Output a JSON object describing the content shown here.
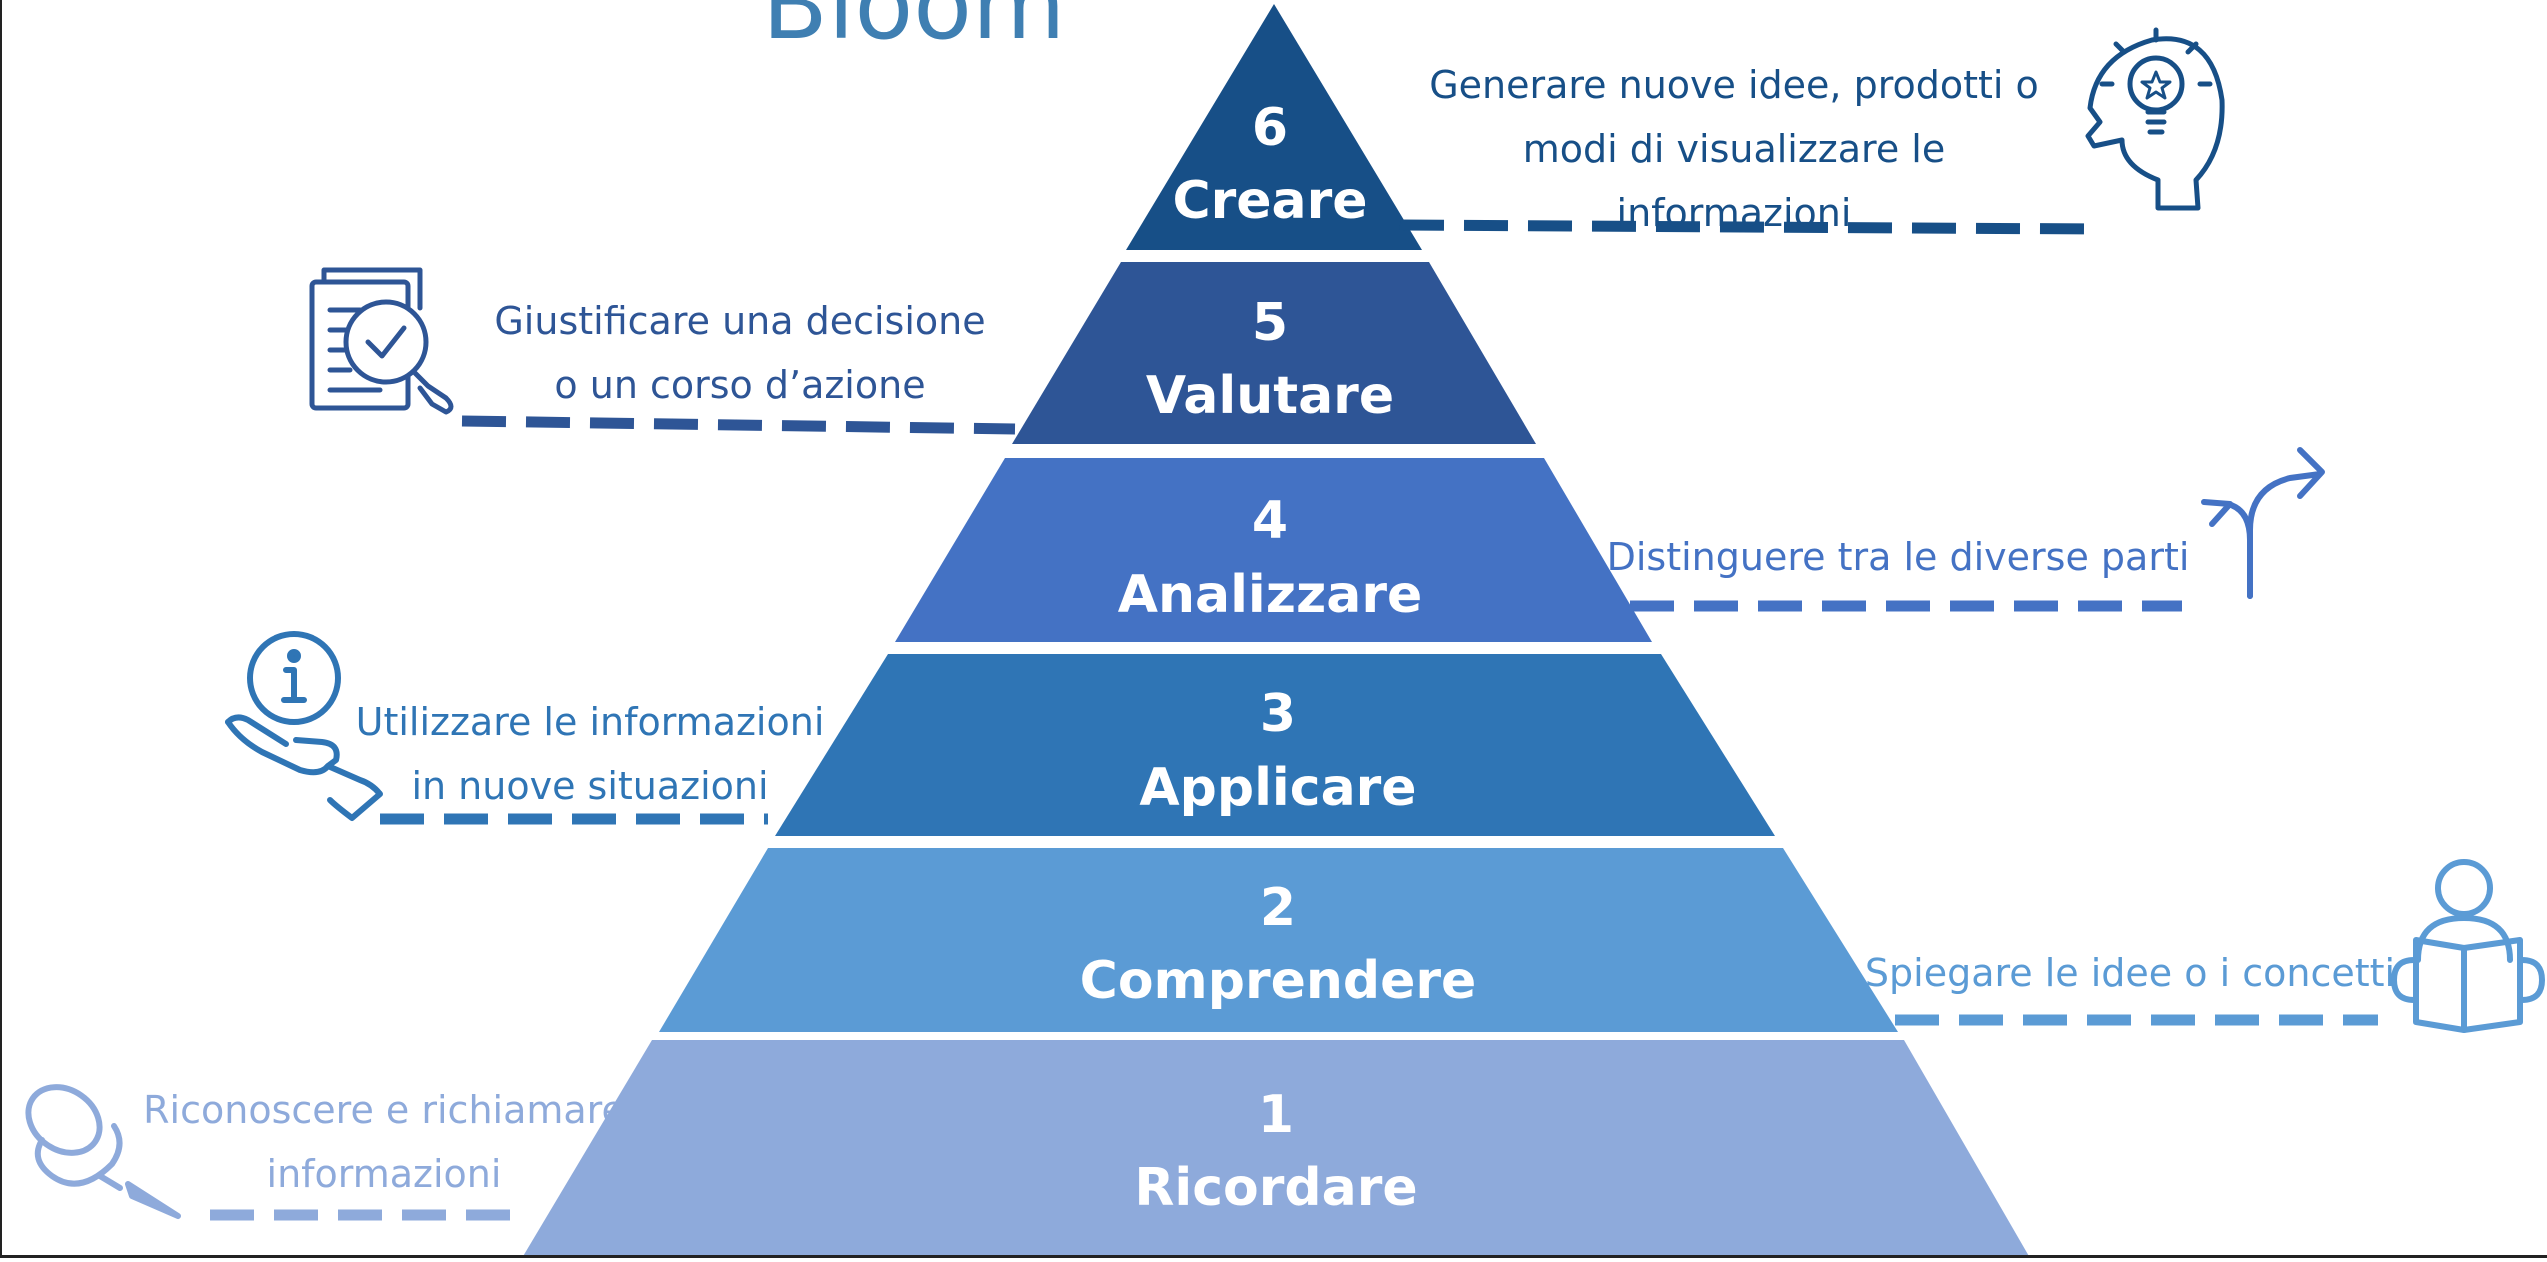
{
  "title": "Bloom",
  "colors": {
    "title": "#3f7fb2",
    "level6": "#174f87",
    "level5": "#2e5596",
    "level4": "#4472c4",
    "level3": "#2f75b5",
    "level2": "#5b9bd5",
    "level1": "#8eaadb"
  },
  "levels": [
    {
      "number": "6",
      "name": "Creare",
      "description": [
        "Generare nuove idee, prodotti o",
        "modi di visualizzare le",
        "informazioni"
      ],
      "icon": "lightbulb-head-icon"
    },
    {
      "number": "5",
      "name": "Valutare",
      "description": [
        "Giustificare una decisione",
        "o un corso d’azione"
      ],
      "icon": "document-check-magnifier-icon"
    },
    {
      "number": "4",
      "name": "Analizzare",
      "description": [
        "Distinguere tra le diverse parti"
      ],
      "icon": "split-arrows-icon"
    },
    {
      "number": "3",
      "name": "Applicare",
      "description": [
        "Utilizzare le informazioni",
        "in nuove situazioni"
      ],
      "icon": "info-hand-icon"
    },
    {
      "number": "2",
      "name": "Comprendere",
      "description": [
        "Spiegare le idee o i concetti"
      ],
      "icon": "person-reading-icon"
    },
    {
      "number": "1",
      "name": "Ricordare",
      "description": [
        "Riconoscere e richiamare",
        "informazioni"
      ],
      "icon": "pushpin-icon"
    }
  ]
}
